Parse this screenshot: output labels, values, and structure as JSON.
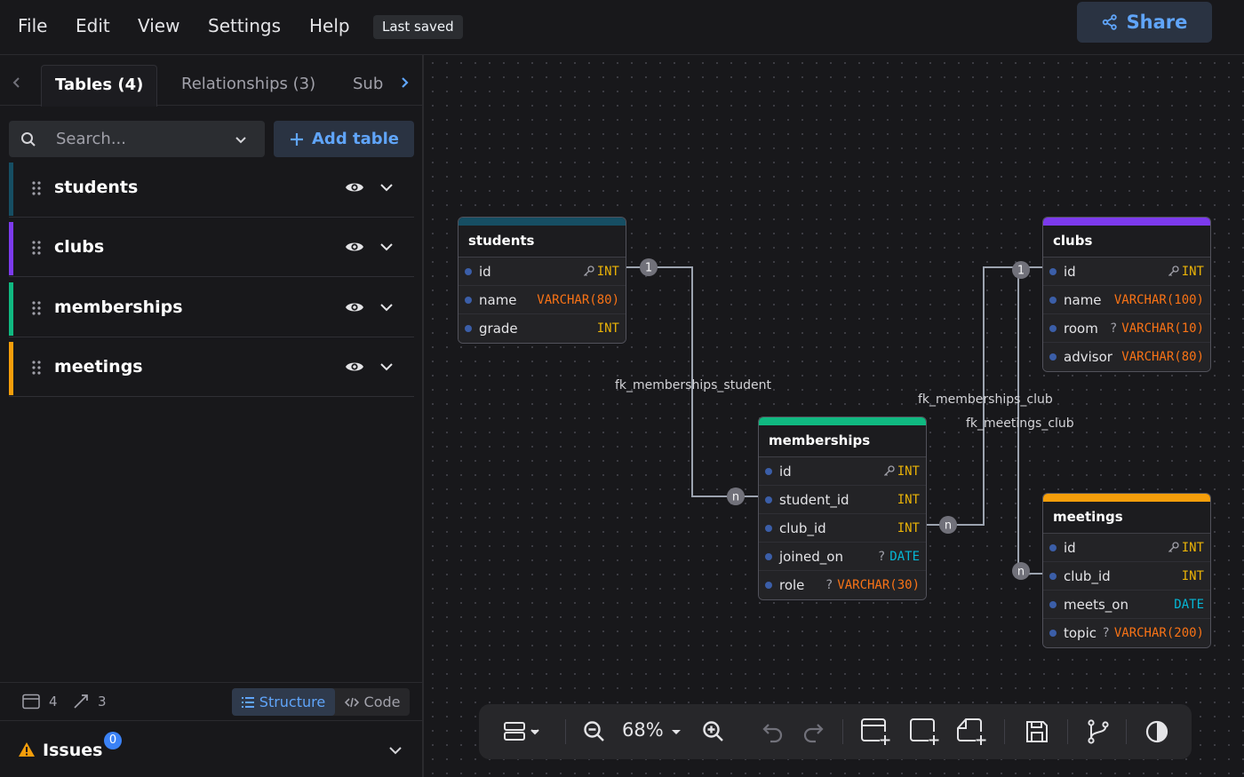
{
  "menu": {
    "items": [
      "File",
      "Edit",
      "View",
      "Settings",
      "Help"
    ],
    "last_saved": "Last saved"
  },
  "share": {
    "label": "Share"
  },
  "sidebar": {
    "tabs": [
      "Tables (4)",
      "Relationships (3)",
      "Sub"
    ],
    "search_placeholder": "Search...",
    "add_table_label": "Add table",
    "tables": [
      {
        "name": "students",
        "color": "#164e63"
      },
      {
        "name": "clubs",
        "color": "#7c3aed"
      },
      {
        "name": "memberships",
        "color": "#10b981"
      },
      {
        "name": "meetings",
        "color": "#f59e0b"
      }
    ],
    "stats": {
      "tables": "4",
      "relationships": "3"
    },
    "view_modes": {
      "structure": "Structure",
      "code": "Code"
    },
    "issues": {
      "label": "Issues",
      "count": "0"
    }
  },
  "diagram": {
    "tables": [
      {
        "name": "students",
        "color": "#164e63",
        "fields": [
          {
            "name": "id",
            "type": "INT",
            "pk": true,
            "nullable": false
          },
          {
            "name": "name",
            "type": "VARCHAR(80)",
            "pk": false,
            "nullable": false
          },
          {
            "name": "grade",
            "type": "INT",
            "pk": false,
            "nullable": false
          }
        ]
      },
      {
        "name": "clubs",
        "color": "#7c3aed",
        "fields": [
          {
            "name": "id",
            "type": "INT",
            "pk": true,
            "nullable": false
          },
          {
            "name": "name",
            "type": "VARCHAR(100)",
            "pk": false,
            "nullable": false
          },
          {
            "name": "room",
            "type": "VARCHAR(10)",
            "pk": false,
            "nullable": true
          },
          {
            "name": "advisor",
            "type": "VARCHAR(80)",
            "pk": false,
            "nullable": false
          }
        ]
      },
      {
        "name": "memberships",
        "color": "#10b981",
        "fields": [
          {
            "name": "id",
            "type": "INT",
            "pk": true,
            "nullable": false
          },
          {
            "name": "student_id",
            "type": "INT",
            "pk": false,
            "nullable": false
          },
          {
            "name": "club_id",
            "type": "INT",
            "pk": false,
            "nullable": false
          },
          {
            "name": "joined_on",
            "type": "DATE",
            "pk": false,
            "nullable": true
          },
          {
            "name": "role",
            "type": "VARCHAR(30)",
            "pk": false,
            "nullable": true
          }
        ]
      },
      {
        "name": "meetings",
        "color": "#f59e0b",
        "fields": [
          {
            "name": "id",
            "type": "INT",
            "pk": true,
            "nullable": false
          },
          {
            "name": "club_id",
            "type": "INT",
            "pk": false,
            "nullable": false
          },
          {
            "name": "meets_on",
            "type": "DATE",
            "pk": false,
            "nullable": false
          },
          {
            "name": "topic",
            "type": "VARCHAR(200)",
            "pk": false,
            "nullable": true
          }
        ]
      }
    ],
    "relationships": [
      {
        "name": "fk_memberships_student",
        "from": "students.id",
        "to": "memberships.student_id",
        "from_card": "1",
        "to_card": "n"
      },
      {
        "name": "fk_memberships_club",
        "from": "clubs.id",
        "to": "memberships.club_id",
        "from_card": "1",
        "to_card": "n"
      },
      {
        "name": "fk_meetings_club",
        "from": "clubs.id",
        "to": "meetings.club_id",
        "from_card": "1",
        "to_card": "n"
      }
    ]
  },
  "toolbar": {
    "zoom": "68%"
  },
  "type_colors": {
    "INT": "#eab308",
    "VARCHAR": "#f97316",
    "DATE": "#06b6d4"
  }
}
